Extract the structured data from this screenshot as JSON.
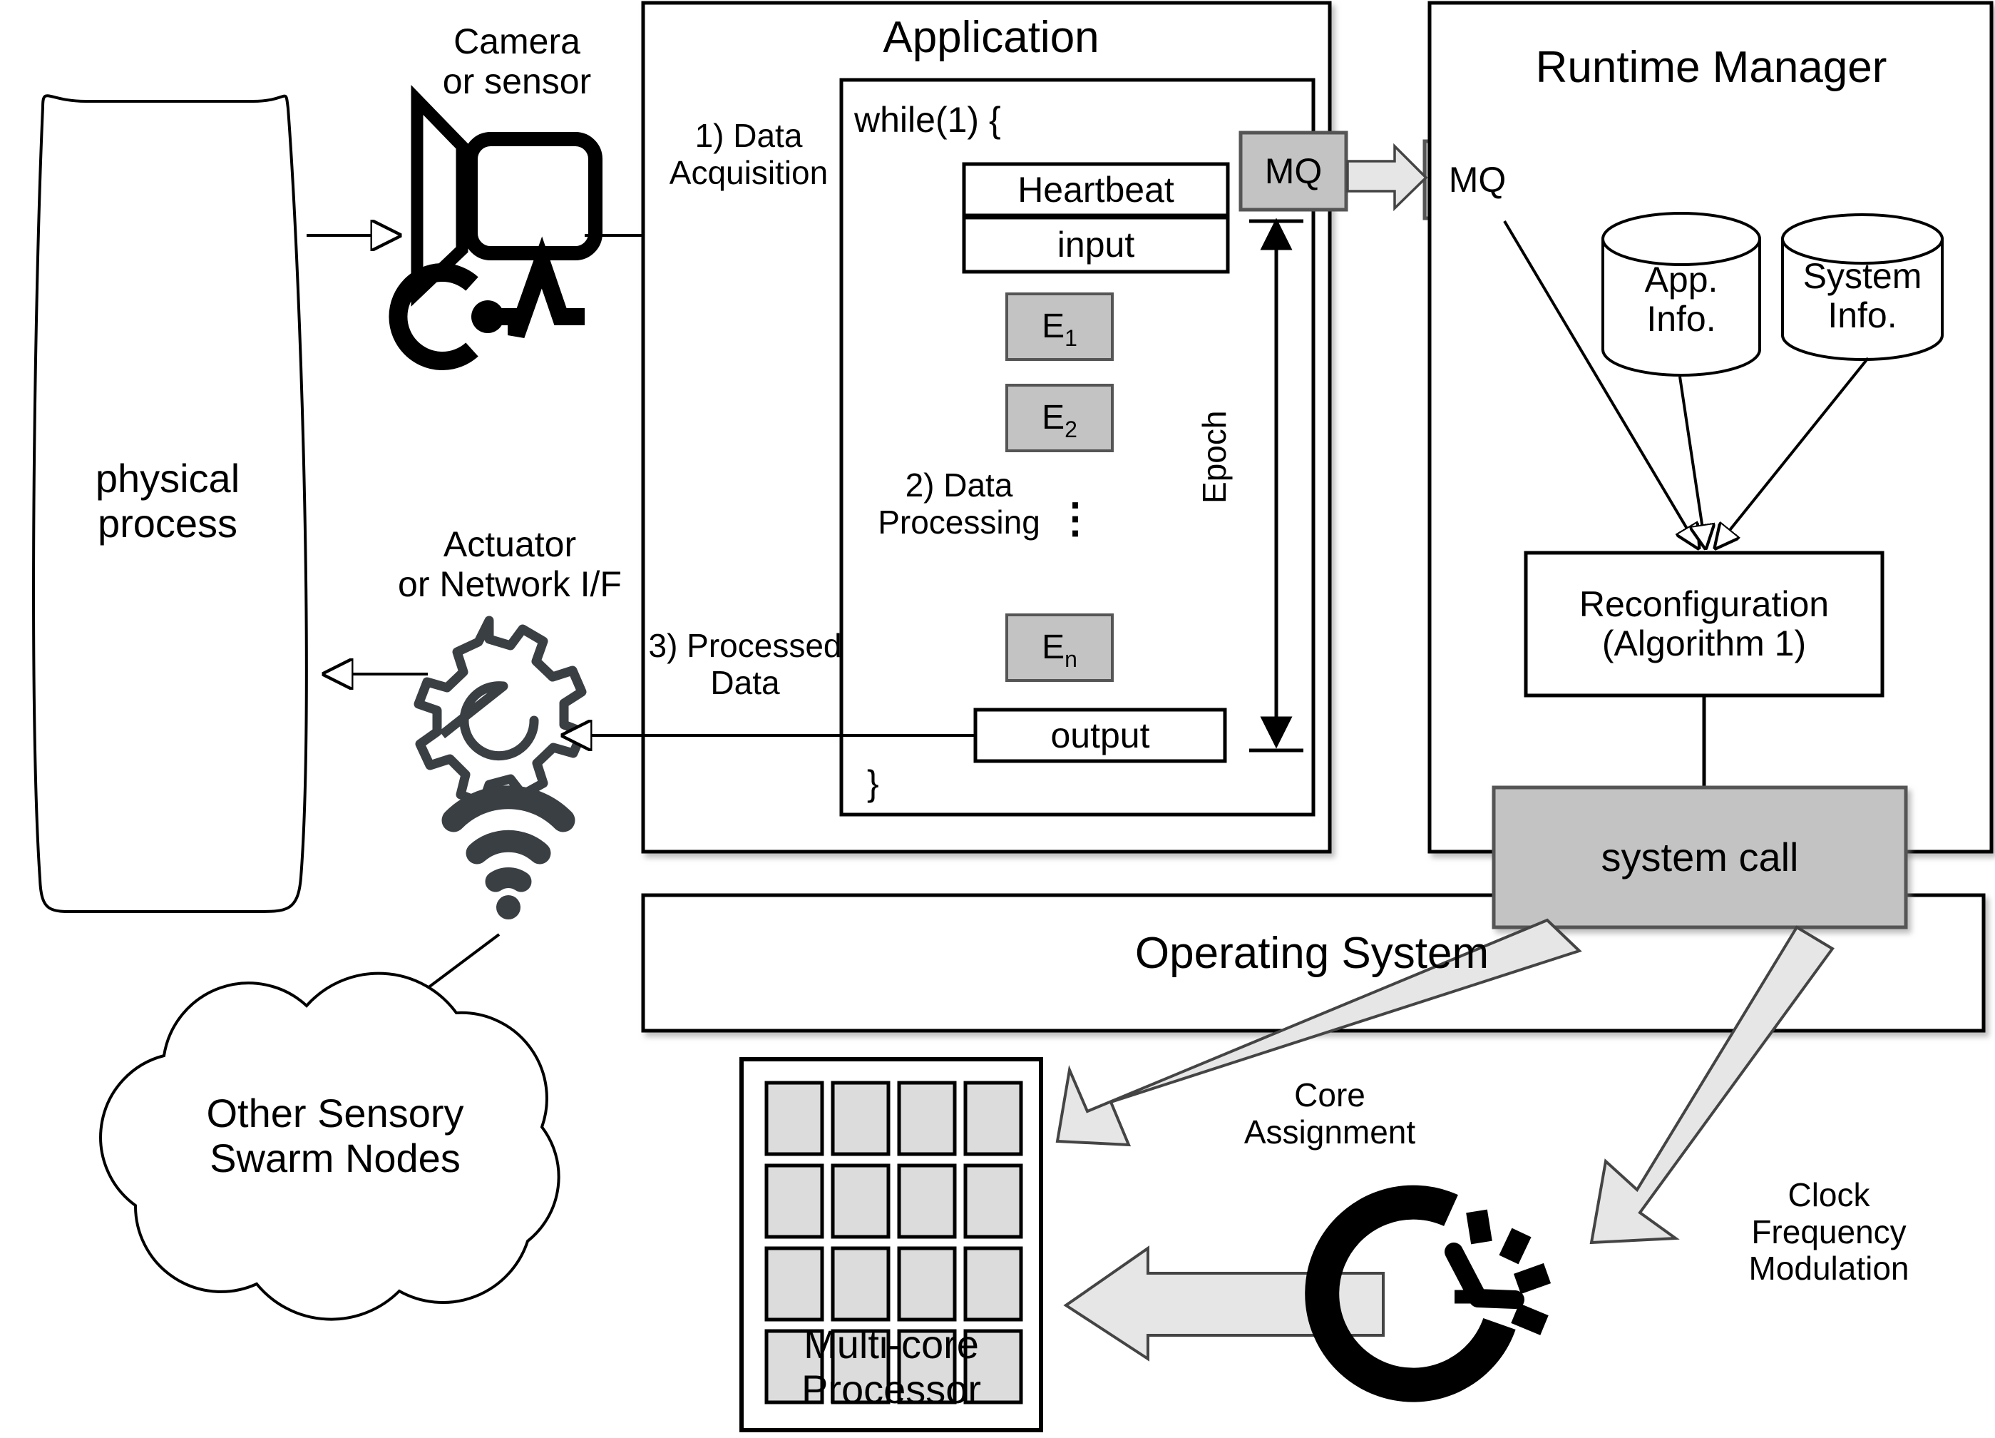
{
  "diagram": {
    "title": "Runtime management architecture for sensory swarm node",
    "physical_process": {
      "label": "physical\nprocess"
    },
    "sensor_group": {
      "label": "Camera\nor sensor",
      "icons": [
        "video-camera-icon",
        "sensor-pulse-icon"
      ]
    },
    "actuator_group": {
      "label": "Actuator\nor Network I/F",
      "icons": [
        "gear-icon",
        "wifi-icon"
      ]
    },
    "cloud": {
      "label": "Other Sensory\nSwarm Nodes"
    },
    "flows": {
      "data_acquisition": "1) Data\nAcquisition",
      "data_processing": "2) Data\nProcessing",
      "processed_data": "3) Processed\nData",
      "ellipsis": "⋮"
    },
    "application": {
      "title": "Application",
      "loop_open": "while(1) {",
      "loop_close": "}",
      "heartbeat": "Heartbeat",
      "input": "input",
      "output": "output",
      "epoch": "Epoch",
      "stages": [
        "E",
        "E",
        "E"
      ],
      "stage_labels": [
        {
          "base": "E",
          "sub": "1"
        },
        {
          "base": "E",
          "sub": "2"
        },
        {
          "base": "E",
          "sub": "n"
        }
      ],
      "mq": "MQ"
    },
    "runtime_manager": {
      "title": "Runtime Manager",
      "mq": "MQ",
      "app_info": "App.\nInfo.",
      "system_info": "System\nInfo.",
      "reconfiguration": "Reconfiguration\n(Algorithm 1)",
      "system_call": "system\ncall"
    },
    "operating_system": {
      "title": "Operating System"
    },
    "processor": {
      "label": "Multi-core\nProcessor",
      "cores": 16
    },
    "clock": {
      "icon": "clock-icon"
    },
    "actions": {
      "core_assignment": "Core\nAssignment",
      "clock_frequency": "Clock\nFrequency\nModulation"
    },
    "colors": {
      "stroke": "#000000",
      "gray_fill": "#c3c3c3",
      "light_gray_fill": "#dcdcdc",
      "white": "#ffffff",
      "arrow_fill": "#e6e6e6"
    }
  }
}
